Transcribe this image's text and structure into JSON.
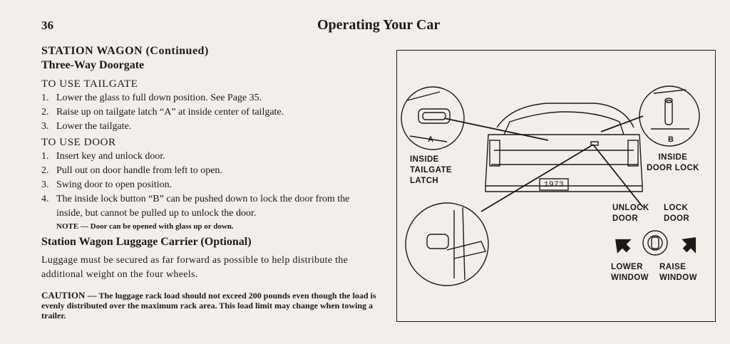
{
  "header": {
    "page_number": "36",
    "title": "Operating Your Car"
  },
  "section": {
    "title": "STATION WAGON (Continued)",
    "subtitle": "Three-Way Doorgate",
    "tailgate": {
      "heading": "TO USE TAILGATE",
      "steps": [
        {
          "num": "1.",
          "text": "Lower the glass to full down position. See Page 35."
        },
        {
          "num": "2.",
          "text": "Raise up on tailgate latch “A” at inside center of tailgate."
        },
        {
          "num": "3.",
          "text": "Lower the tailgate."
        }
      ]
    },
    "door": {
      "heading": "TO USE DOOR",
      "steps": [
        {
          "num": "1.",
          "text": "Insert key and unlock door."
        },
        {
          "num": "2.",
          "text": "Pull out on door handle from left to open."
        },
        {
          "num": "3.",
          "text": "Swing door to open position."
        },
        {
          "num": "4.",
          "text": "The inside lock button “B” can be pushed down to lock the door from the inside, but cannot be pulled up to unlock the door."
        }
      ],
      "note": "NOTE — Door can be opened with glass up or down."
    }
  },
  "luggage": {
    "title": "Station Wagon Luggage Carrier (Optional)",
    "body": "Luggage must be secured as far forward as possible to help distribute the additional weight on the four wheels.",
    "caution_lead": "CAUTION —",
    "caution_text": "The luggage rack load should not exceed 200 pounds even though the load is evenly distributed over the maximum rack area. This load limit may change when towing a trailer."
  },
  "figure": {
    "callout_a": "A",
    "callout_b": "B",
    "plate": "1973",
    "inside_tailgate_latch": [
      "INSIDE",
      "TAILGATE",
      "LATCH"
    ],
    "inside_door_lock": [
      "INSIDE",
      "DOOR LOCK"
    ],
    "unlock_door": [
      "UNLOCK",
      "DOOR"
    ],
    "lock_door": [
      "LOCK",
      "DOOR"
    ],
    "lower_window": [
      "LOWER",
      "WINDOW"
    ],
    "raise_window": [
      "RAISE",
      "WINDOW"
    ]
  }
}
